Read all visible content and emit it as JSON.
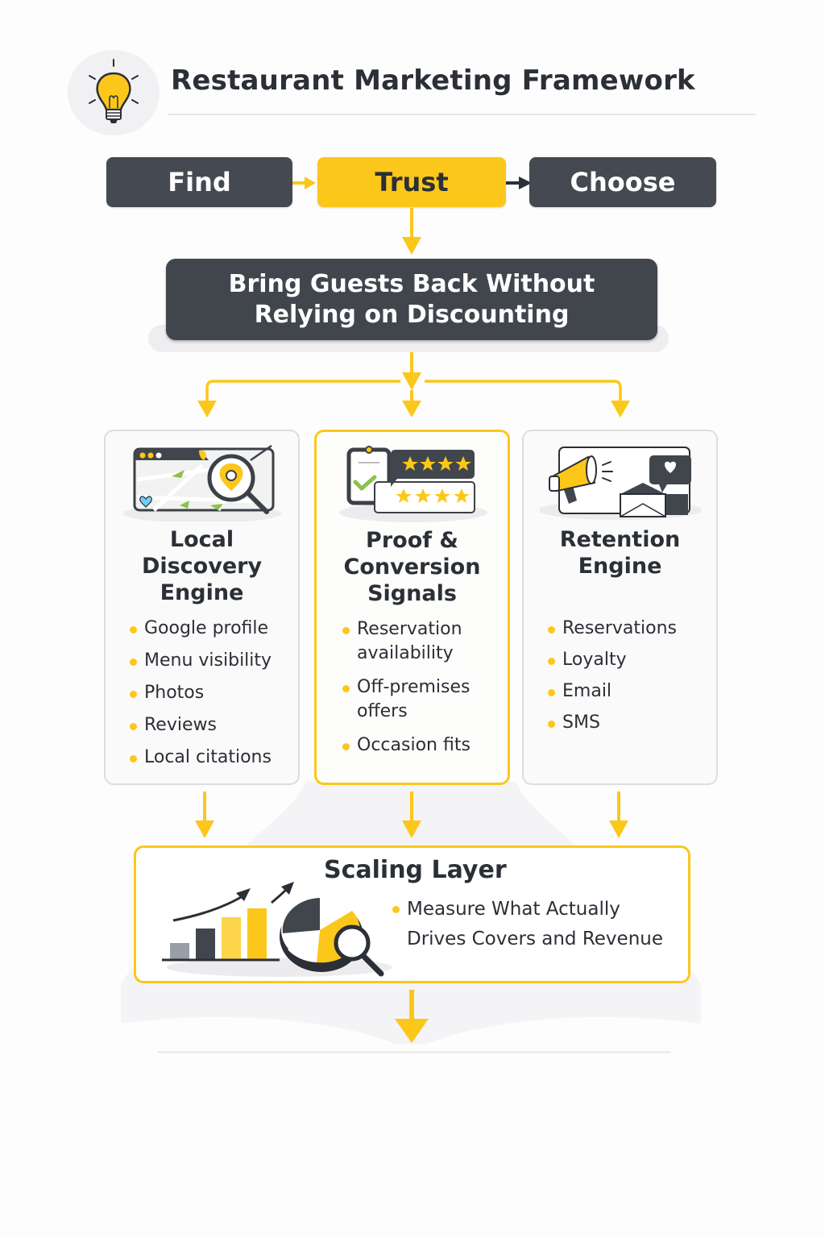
{
  "header": {
    "icon": "lightbulb-icon",
    "title": "Restaurant Marketing Framework"
  },
  "stages": [
    {
      "label": "Find",
      "style": "dark"
    },
    {
      "label": "Trust",
      "style": "accent"
    },
    {
      "label": "Choose",
      "style": "dark"
    }
  ],
  "goal": {
    "line1": "Bring Guests Back Without",
    "line2": "Relying on Discounting"
  },
  "cards": [
    {
      "icon": "map-search-icon",
      "title_lines": [
        "Local",
        "Discovery",
        "Engine"
      ],
      "items": [
        "Google profile",
        "Menu visibility",
        "Photos",
        "Reviews",
        "Local citations"
      ]
    },
    {
      "icon": "reviews-checklist-icon",
      "title_lines": [
        "Proof &",
        "Conversion",
        "Signals"
      ],
      "items": [
        "Reservation availability",
        "Off-premises offers",
        "Occasion fits"
      ],
      "highlighted": true
    },
    {
      "icon": "megaphone-email-icon",
      "title_lines": [
        "Retention",
        "Engine"
      ],
      "items": [
        "Reservations",
        "Loyalty",
        "Email",
        "SMS"
      ]
    }
  ],
  "scaling": {
    "icon": "analytics-chart-icon",
    "title": "Scaling Layer",
    "bullet_line1": "Measure What Actually",
    "bullet_line2": "Drives Covers and Revenue"
  },
  "colors": {
    "accent": "#fcc71b",
    "dark": "#454a52",
    "text": "#2b2f36",
    "card_border": "#dcdde0"
  }
}
